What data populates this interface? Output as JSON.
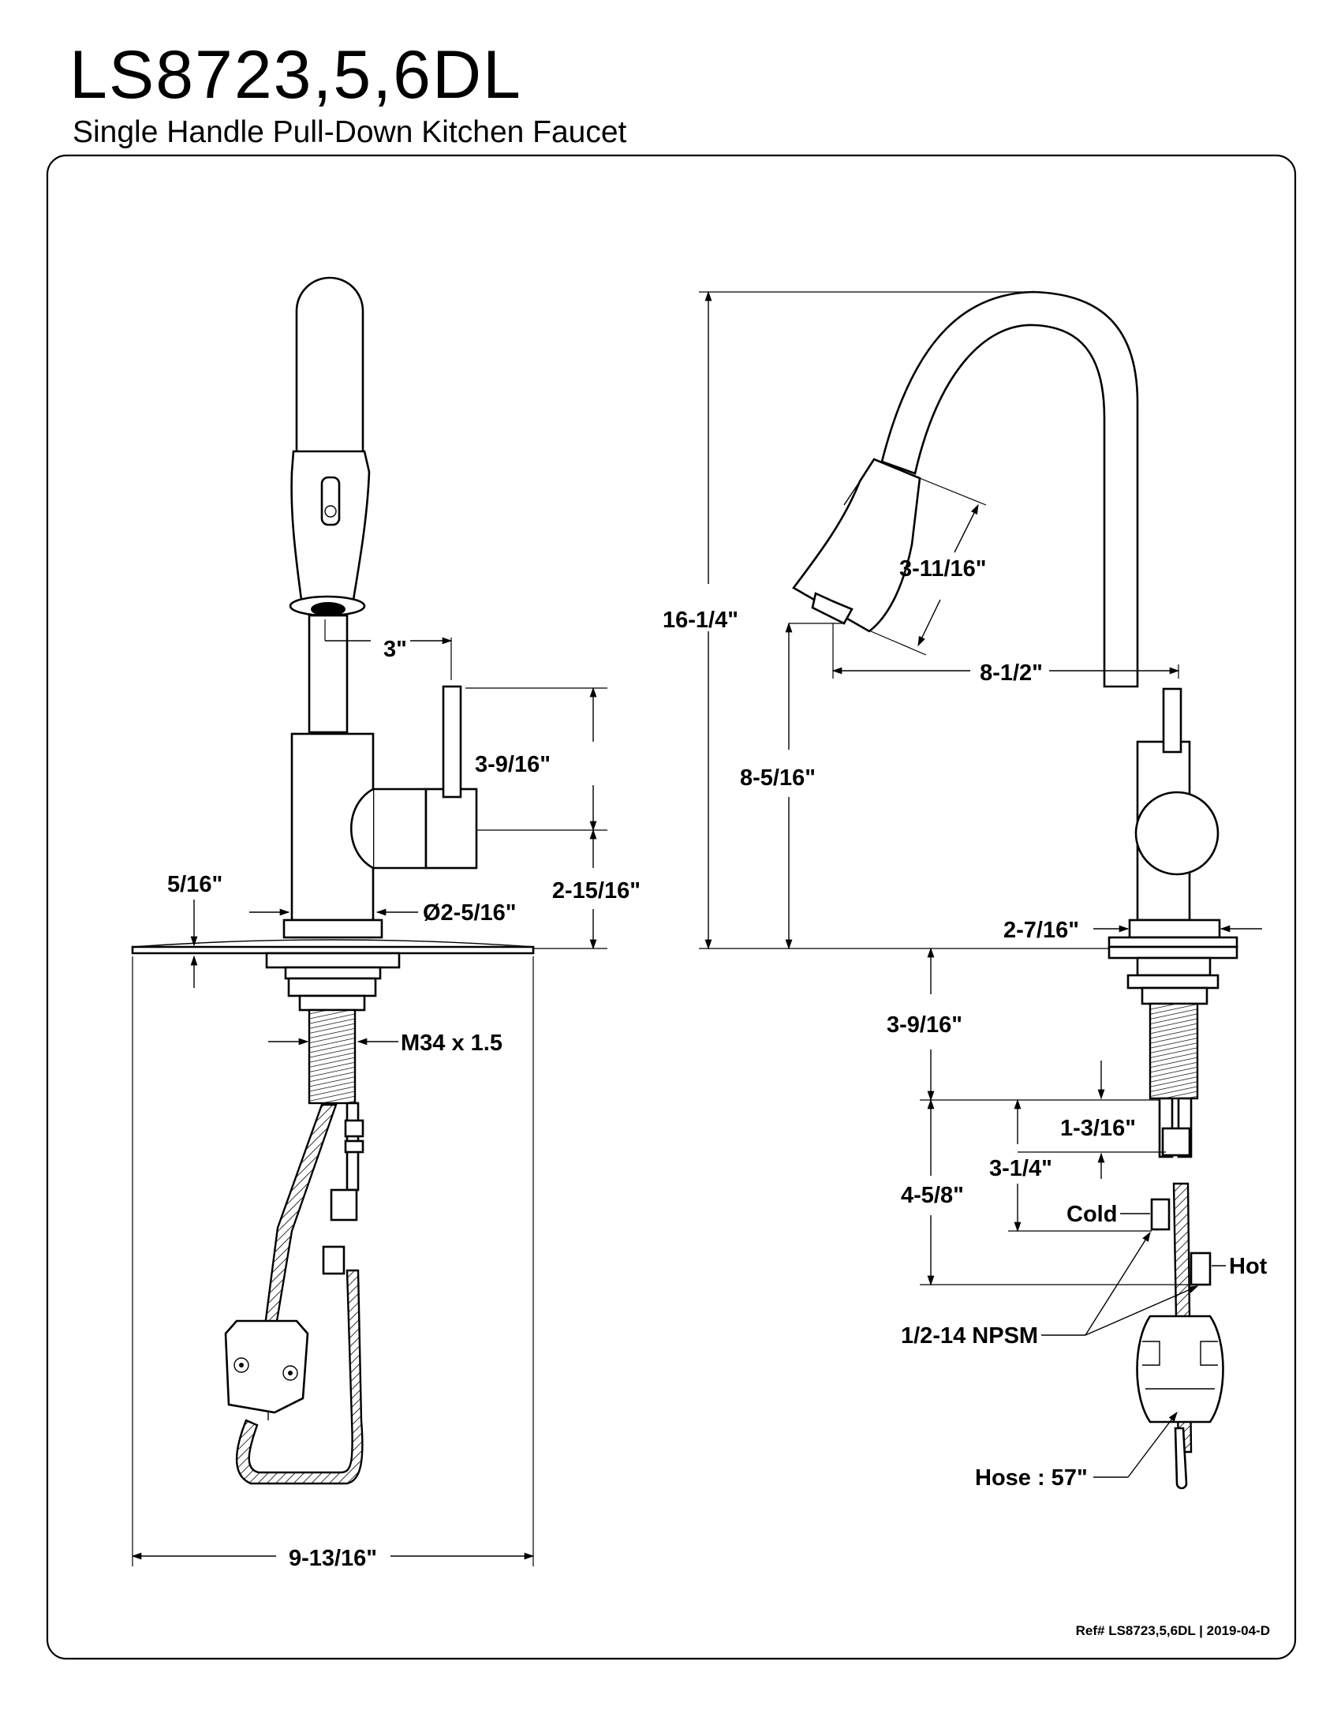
{
  "header": {
    "model": "LS8723,5,6DL",
    "description": "Single Handle Pull-Down Kitchen Faucet"
  },
  "footer": {
    "ref": "Ref# LS8723,5,6DL | 2019-04-D"
  },
  "front_view": {
    "dims": {
      "handle_reach": "3\"",
      "handle_height": "3-9/16\"",
      "body_height": "2-15/16\"",
      "deck_thickness": "5/16\"",
      "body_diameter": "Ø2-5/16\"",
      "thread": "M34 x 1.5",
      "deck_plate_width": "9-13/16\""
    }
  },
  "side_view": {
    "dims": {
      "spray_head_length": "3-11/16\"",
      "overall_height": "16-1/4\"",
      "spout_reach": "8-1/2\"",
      "spout_clearance": "8-5/16\"",
      "base_diameter": "2-7/16\"",
      "shank_length": "3-9/16\"",
      "supply_offset": "1-3/16\"",
      "cold_drop": "3-1/4\"",
      "hot_drop": "4-5/8\"",
      "cold_label": "Cold",
      "hot_label": "Hot",
      "connection": "1/2-14 NPSM",
      "hose": "Hose : 57\""
    }
  },
  "colors": {
    "line": "#000000",
    "background": "#ffffff"
  }
}
